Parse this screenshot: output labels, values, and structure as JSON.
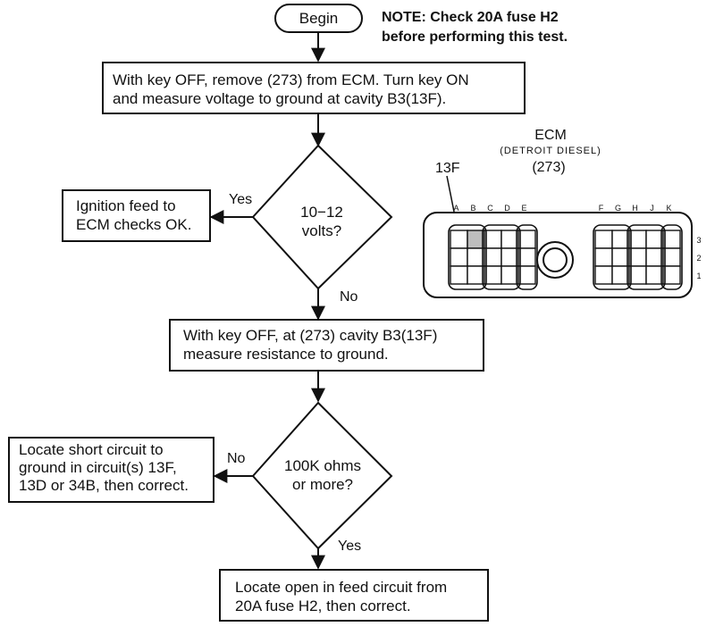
{
  "begin": "Begin",
  "note": {
    "line1": "NOTE: Check 20A fuse H2",
    "line2": "before performing this test."
  },
  "step1": {
    "line1": "With key OFF, remove (273) from ECM. Turn key ON",
    "line2": "and measure voltage to ground at cavity B3(13F)."
  },
  "decision1": {
    "line1": "10−12",
    "line2": "volts?",
    "yes": "Yes",
    "no": "No"
  },
  "result_ok": {
    "line1": "Ignition feed to",
    "line2": "ECM checks OK."
  },
  "step2": {
    "line1": "With key OFF, at (273) cavity B3(13F)",
    "line2": "measure resistance to ground."
  },
  "decision2": {
    "line1": "100K ohms",
    "line2": "or more?",
    "yes": "Yes",
    "no": "No"
  },
  "result_short": {
    "line1": "Locate short circuit to",
    "line2": "ground in circuit(s) 13F,",
    "line3": "13D or 34B, then correct."
  },
  "result_open": {
    "line1": "Locate open in feed circuit from",
    "line2": "20A fuse H2, then correct."
  },
  "connector": {
    "title": "ECM",
    "subtitle": "(DETROIT DIESEL)",
    "number": "(273)",
    "cavity_label": "13F",
    "left_columns": [
      "A",
      "B",
      "C",
      "D",
      "E"
    ],
    "right_columns": [
      "F",
      "G",
      "H",
      "J",
      "K"
    ],
    "rows": [
      "3",
      "2",
      "1"
    ]
  },
  "colors": {
    "line": "#111111",
    "highlight_cavity": "#bdbdbd"
  }
}
